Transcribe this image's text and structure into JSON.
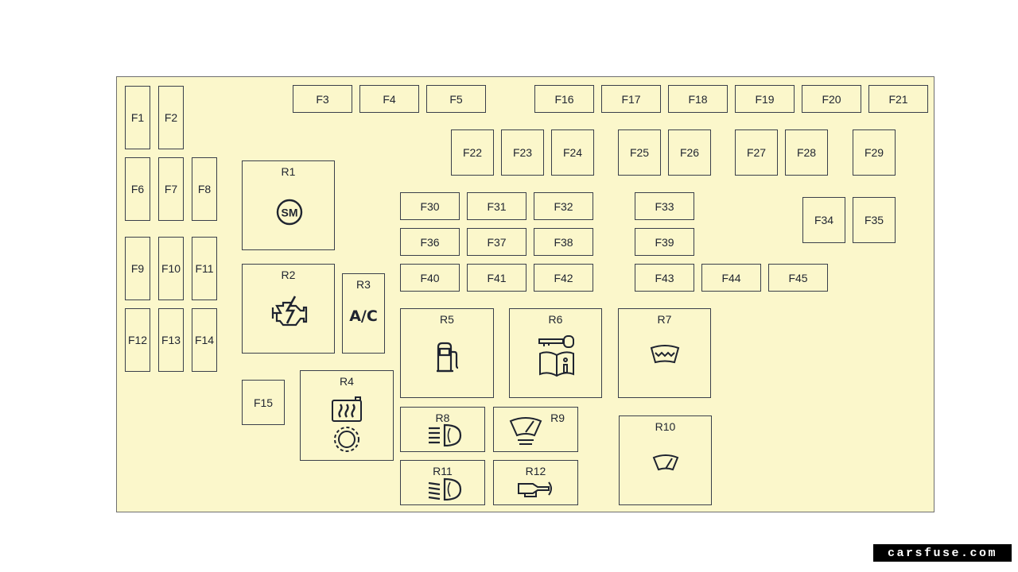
{
  "fuses": {
    "F1": "F1",
    "F2": "F2",
    "F3": "F3",
    "F4": "F4",
    "F5": "F5",
    "F6": "F6",
    "F7": "F7",
    "F8": "F8",
    "F9": "F9",
    "F10": "F10",
    "F11": "F11",
    "F12": "F12",
    "F13": "F13",
    "F14": "F14",
    "F15": "F15",
    "F16": "F16",
    "F17": "F17",
    "F18": "F18",
    "F19": "F19",
    "F20": "F20",
    "F21": "F21",
    "F22": "F22",
    "F23": "F23",
    "F24": "F24",
    "F25": "F25",
    "F26": "F26",
    "F27": "F27",
    "F28": "F28",
    "F29": "F29",
    "F30": "F30",
    "F31": "F31",
    "F32": "F32",
    "F33": "F33",
    "F34": "F34",
    "F35": "F35",
    "F36": "F36",
    "F37": "F37",
    "F38": "F38",
    "F39": "F39",
    "F40": "F40",
    "F41": "F41",
    "F42": "F42",
    "F43": "F43",
    "F44": "F44",
    "F45": "F45"
  },
  "relays": {
    "R1": {
      "label": "R1",
      "icon": "starter-motor-icon",
      "icon_text": "SM"
    },
    "R2": {
      "label": "R2",
      "icon": "engine-malfunction-icon"
    },
    "R3": {
      "label": "R3",
      "icon": "air-conditioning-icon",
      "icon_text": "A/C"
    },
    "R4": {
      "label": "R4",
      "icon": "rear-defroster-and-cooling-fan-icon"
    },
    "R5": {
      "label": "R5",
      "icon": "fuel-pump-icon"
    },
    "R6": {
      "label": "R6",
      "icon": "immobilizer-key-manual-icon"
    },
    "R7": {
      "label": "R7",
      "icon": "heated-windshield-icon"
    },
    "R8": {
      "label": "R8",
      "icon": "headlight-high-beam-icon"
    },
    "R9": {
      "label": "R9",
      "icon": "windshield-washer-icon"
    },
    "R10": {
      "label": "R10",
      "icon": "windshield-wiper-icon"
    },
    "R11": {
      "label": "R11",
      "icon": "headlight-low-beam-icon"
    },
    "R12": {
      "label": "R12",
      "icon": "horn-icon"
    }
  },
  "watermark": "carsfuse.com",
  "colors": {
    "board": "#fbf7cb",
    "outline": "#3a3f4a",
    "text": "#1f2430"
  }
}
